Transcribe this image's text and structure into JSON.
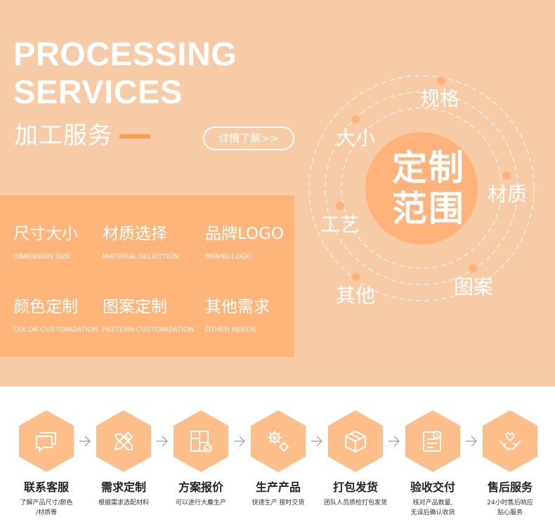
{
  "header": {
    "title_line1": "PROCESSING",
    "title_line2": "SERVICES",
    "cn_title": "加工服务",
    "details_button": "详情了解>>"
  },
  "options": [
    {
      "cn": "尺寸大小",
      "en": "DIMENSION SIZE"
    },
    {
      "cn": "材质选择",
      "en": "MATERIAL SELECTION"
    },
    {
      "cn": "品牌LOGO",
      "en": "BRAND LOGO"
    },
    {
      "cn": "颜色定制",
      "en": "COLOR CUSTOMIZATION"
    },
    {
      "cn": "图案定制",
      "en": "PATTERN CUSTOMIZATION"
    },
    {
      "cn": "其他需求",
      "en": "OTHER NEEDS"
    }
  ],
  "scope": {
    "center_line1": "定制",
    "center_line2": "范围",
    "labels": [
      "规格",
      "大小",
      "材质",
      "工艺",
      "其他",
      "图案"
    ]
  },
  "steps": [
    {
      "title": "联系客服",
      "desc_line1": "了解产品尺寸/颜色",
      "desc_line2": "/材质等",
      "icon": "chat-icon"
    },
    {
      "title": "需求定制",
      "desc_line1": "根据需求选配材料",
      "desc_line2": "",
      "icon": "pencil-ruler-icon"
    },
    {
      "title": "方案报价",
      "desc_line1": "可以进行大麋生产",
      "desc_line2": "",
      "icon": "quote-plan-icon"
    },
    {
      "title": "生产产品",
      "desc_line1": "快速生产 按时交货",
      "desc_line2": "",
      "icon": "gears-icon"
    },
    {
      "title": "打包发货",
      "desc_line1": "团队人员质检打包发货",
      "desc_line2": "",
      "icon": "box-icon"
    },
    {
      "title": "验收交付",
      "desc_line1": "核对产品数量,",
      "desc_line2": "无误后确认收货",
      "icon": "checklist-icon"
    },
    {
      "title": "售后服务",
      "desc_line1": "24小时售后响应",
      "desc_line2": "贴心服务",
      "icon": "heart-hands-icon"
    }
  ],
  "colors": {
    "background_top": "#f7cba6",
    "panel": "#ffb47a",
    "circle": "#ffb27a",
    "hex": "#fdbe8a",
    "accent": "#ff9f4a"
  }
}
